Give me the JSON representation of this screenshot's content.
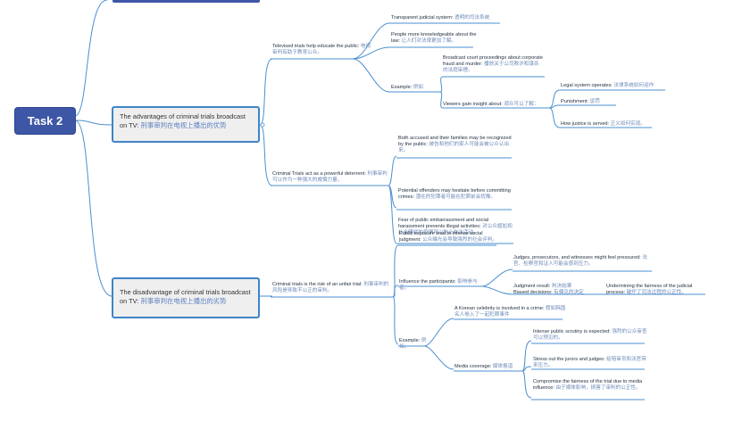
{
  "root": {
    "label": "Task 2"
  },
  "advantages": {
    "title_en": "The advantages of criminal trials broadcast on TV:",
    "title_zh": "刑事审判在电视上播出的优势",
    "educate": {
      "en": "Televised trials help educate the public:",
      "zh": "电视审判有助于教育公众。",
      "transparent": {
        "en": "Transparent judicial system:",
        "zh": "透明的司法系统"
      },
      "knowledgeable": {
        "en": "People more knowledgeable about the law:",
        "zh": "让人们对法律更加了解。"
      },
      "example": {
        "en": "Example:",
        "zh": "例如",
        "broadcast": {
          "en": "Broadcast court proceedings about corporate fraud and murder:",
          "zh": "播放关于公司欺诈和谋杀的法庭审理。"
        },
        "viewers": {
          "en": "Viewers gain insight about:",
          "zh": "观众可以了解：",
          "items": [
            {
              "en": "Legal system operates:",
              "zh": "法律系统如何运作"
            },
            {
              "en": "Punishment:",
              "zh": "惩罚"
            },
            {
              "en": "How justice is served:",
              "zh": "正义如何实现。"
            }
          ]
        }
      }
    },
    "deterrent": {
      "en": "Criminal Trials act as a powerful deterrent:",
      "zh": "刑事审判可以作为一种强大的威慑力量。",
      "items": [
        {
          "en": "Both accused and their families may be recognized by the public:",
          "zh": "被告和他们的家人可能会被公众认出来。"
        },
        {
          "en": "Potential offenders may hesitate before committing crimes:",
          "zh": "潜在的犯罪者可能在犯罪前会犹豫。"
        },
        {
          "en": "Fear of public embarrassment and social harassment prevents illegal activities:",
          "zh": "对公众尴尬和社会骚扰的恐惧可以防止非法活动。"
        }
      ]
    }
  },
  "disadvantage": {
    "title_en": "The disadvantage of criminal trials broadcast on TV:",
    "title_zh": "刑事审判在电视上播出的劣势",
    "risk": {
      "en": "Criminal trials is the risk of an unfair trial:",
      "zh": "刑事审判的风险是导致不公正的审判。",
      "exposure": {
        "en": "Public exposure lead to intense social judgment:",
        "zh": "公众曝光会导致强烈的社会评判。"
      },
      "influence": {
        "en": "Influence the participants:",
        "zh": "影响参与者。",
        "pressured": {
          "en": "Judges, prosecutors, and witnesses might feel pressured:",
          "zh": "法官、检察官和证人可能会感到压力。"
        },
        "result": {
          "en": "Judgment result:",
          "zh": "判决结果"
        },
        "biased": {
          "en": "Biased decisions:",
          "zh": "有偏见的决定"
        },
        "undermining": {
          "en": "Undermining the fairness of the judicial process:",
          "zh": "破坏了司法过程的公正性。"
        }
      },
      "example": {
        "en": "Example:",
        "zh": "例如。",
        "korean": {
          "en": "A Korean celebrity is involved in a crime:",
          "zh": "假如韩国名人卷入了一起犯罪事件"
        },
        "media": {
          "en": "Media coverage:",
          "zh": "媒体报道",
          "items": [
            {
              "en": "Intense public scrutiny is expected:",
              "zh": "强烈的公众审查可以预见的。"
            },
            {
              "en": "Stress out the jurors and judges:",
              "zh": "给陪审员和法官带来压力。"
            },
            {
              "en": "Compromise the fairness of the trial due to media influence:",
              "zh": "由于媒体影响，损害了审判的公正性。"
            }
          ]
        }
      }
    }
  }
}
